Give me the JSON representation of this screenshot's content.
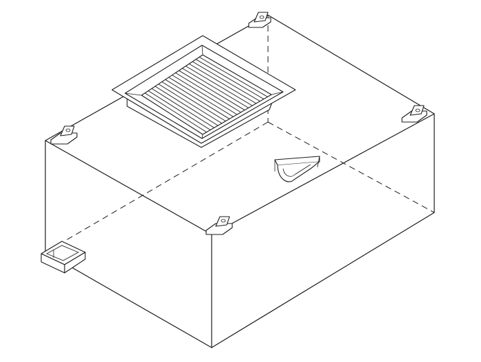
{
  "drawing": {
    "subject": "",
    "line_color": "#1a1a1a",
    "background": "#ffffff",
    "style": "isometric line drawing with dashed hidden edges"
  },
  "components": [
    {
      "id": "housing-box",
      "icon": "box-outline"
    },
    {
      "id": "supply-grille",
      "icon": "square-grille-icon",
      "slats": 18
    },
    {
      "id": "mounting-tab-back",
      "icon": "bracket-icon"
    },
    {
      "id": "mounting-tab-right",
      "icon": "bracket-icon"
    },
    {
      "id": "mounting-tab-left",
      "icon": "bracket-icon"
    },
    {
      "id": "mounting-tab-front",
      "icon": "bracket-icon"
    },
    {
      "id": "side-handle",
      "icon": "handle-icon"
    },
    {
      "id": "corner-tray",
      "icon": "tray-icon"
    }
  ]
}
